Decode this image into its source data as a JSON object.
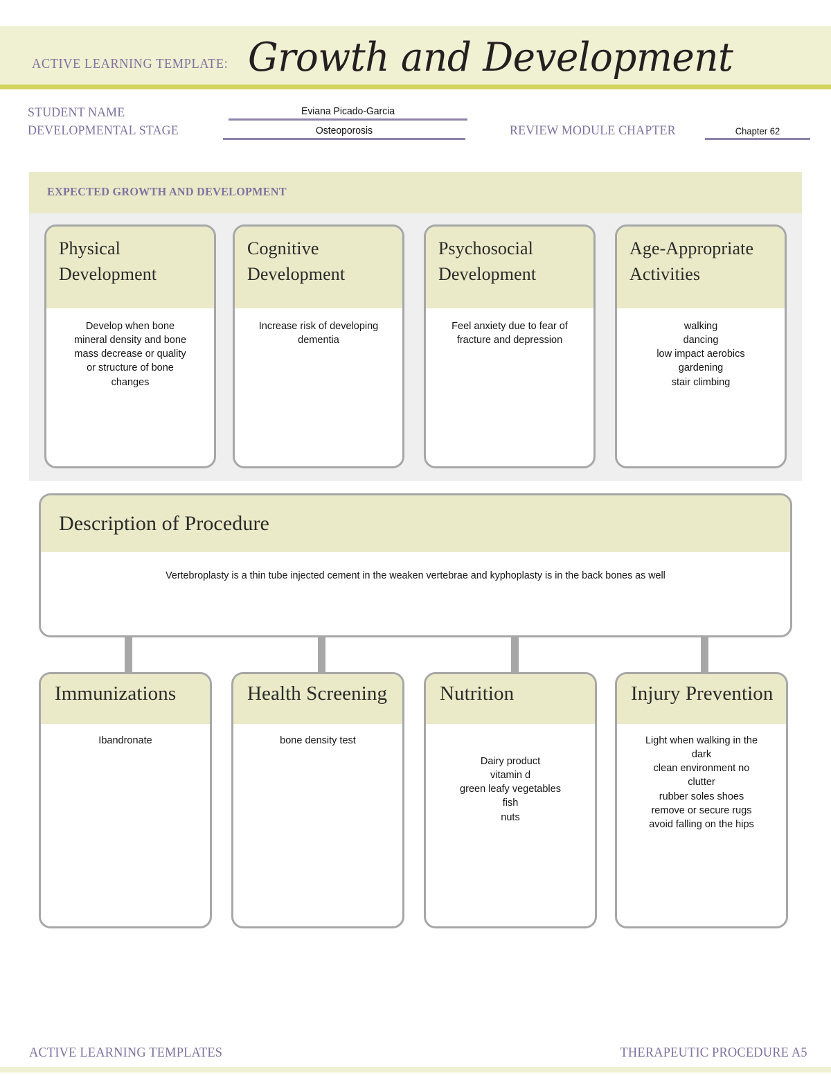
{
  "header": {
    "kicker": "ACTIVE LEARNING TEMPLATE:",
    "title": "Growth and Development",
    "accent_color": "#d2d45e",
    "band_color": "#f0f0d2",
    "heading_color": "#7e739f"
  },
  "identity": {
    "student_name_label": "STUDENT NAME",
    "student_name_value": "Eviana Picado-Garcia",
    "developmental_stage_label": "DEVELOPMENTAL STAGE",
    "developmental_stage_value": "Osteoporosis",
    "review_module_label": "REVIEW MODULE CHAPTER",
    "review_module_value": "Chapter 62"
  },
  "expected_section": {
    "heading": "EXPECTED GROWTH AND DEVELOPMENT",
    "cards": [
      {
        "title": "Physical\nDevelopment",
        "body": "Develop when bone\nmineral density and bone\nmass decrease or quality\nor structure of bone\nchanges"
      },
      {
        "title": "Cognitive\nDevelopment",
        "body": "Increase risk of developing\ndementia"
      },
      {
        "title": "Psychosocial\nDevelopment",
        "body": "Feel anxiety due to fear of\nfracture and depression"
      },
      {
        "title": "Age-Appropriate\nActivities",
        "body": "walking\ndancing\nlow impact aerobics\ngardening\nstair climbing"
      }
    ]
  },
  "procedure": {
    "title": "Description of Procedure",
    "body": "Vertebroplasty is a thin tube injected cement in the weaken vertebrae and kyphoplasty is in the back bones as well"
  },
  "bottom_section": {
    "cards": [
      {
        "title": "Immunizations",
        "body": "Ibandronate"
      },
      {
        "title": "Health Screening",
        "body": "bone density test"
      },
      {
        "title": "Nutrition",
        "body": "Dairy product\nvitamin d\ngreen leafy vegetables\nfish\nnuts"
      },
      {
        "title": "Injury Prevention",
        "body": "Light when walking in the\ndark\nclean environment no\nclutter\nrubber soles shoes\nremove or secure rugs\navoid falling on the hips"
      }
    ]
  },
  "footer": {
    "left": "ACTIVE LEARNING TEMPLATES",
    "right": "THERAPEUTIC PROCEDURE  A5"
  }
}
